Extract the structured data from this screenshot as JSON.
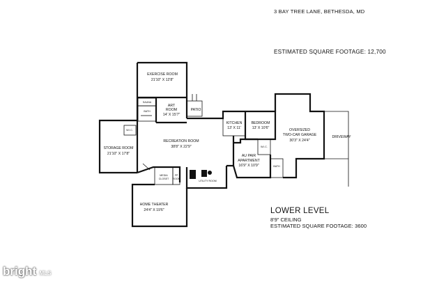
{
  "header": {
    "address": "3 BAY TREE LANE, BETHESDA, MD",
    "total_footage": "ESTIMATED SQUARE FOOTAGE: 12,700"
  },
  "level": {
    "title": "LOWER LEVEL",
    "ceiling": "8'9\" CEILING",
    "footage": "ESTIMATED SQUARE FOOTAGE: 3600"
  },
  "rooms": {
    "exercise": {
      "name": "EXERCISE ROOM",
      "dims": "21'10\" X 12'8\""
    },
    "sauna": {
      "name": "SAUNA"
    },
    "bath1": {
      "name": "BATH"
    },
    "art": {
      "name": "ART",
      "name2": "ROOM",
      "dims": "14' X 15'7\""
    },
    "patio": {
      "name": "PATIO"
    },
    "wic1": {
      "name": "W.I.C."
    },
    "storage": {
      "name": "STORAGE ROOM",
      "dims": "21'10\" X 17'8\""
    },
    "recreation": {
      "name": "RECREATION ROOM",
      "dims": "38'8\" X 22'9\""
    },
    "kitchen": {
      "name": "KITCHEN",
      "dims": "13' X 11'"
    },
    "bedroom": {
      "name": "BEDROOM",
      "dims": "13' X 10'6\""
    },
    "wic2": {
      "name": "W.I.C."
    },
    "aupair": {
      "name": "AU PAIR",
      "name2": "APARTMENT",
      "dims": "16'9\" X 10'9\""
    },
    "bath2": {
      "name": "BATH"
    },
    "garage": {
      "name": "OVERSIZED",
      "name2": "TWO-CAR GARAGE",
      "dims": "30'3\" X 24'4\""
    },
    "driveway": {
      "name": "DRIVEWAY"
    },
    "media": {
      "name": "MEDIA",
      "name2": "CLOSET"
    },
    "fp": {
      "name": "FP",
      "name2": "ROOM"
    },
    "utility": {
      "name": "UTILITY ROOM"
    },
    "theater": {
      "name": "HOME THEATER",
      "dims": "24'4\" X 19'6\""
    }
  },
  "logo": {
    "text": "bright",
    "suffix": "MLS"
  }
}
